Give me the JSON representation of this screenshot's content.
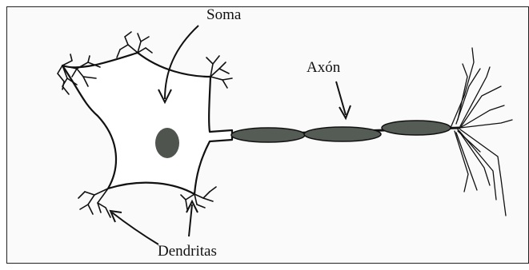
{
  "labels": {
    "soma": "Soma",
    "axon": "Axón",
    "dendrites": "Dendritas"
  },
  "colors": {
    "outline": "#111111",
    "myelin": "#555b55",
    "nucleus": "#4f544f",
    "background": "#fafafa"
  }
}
